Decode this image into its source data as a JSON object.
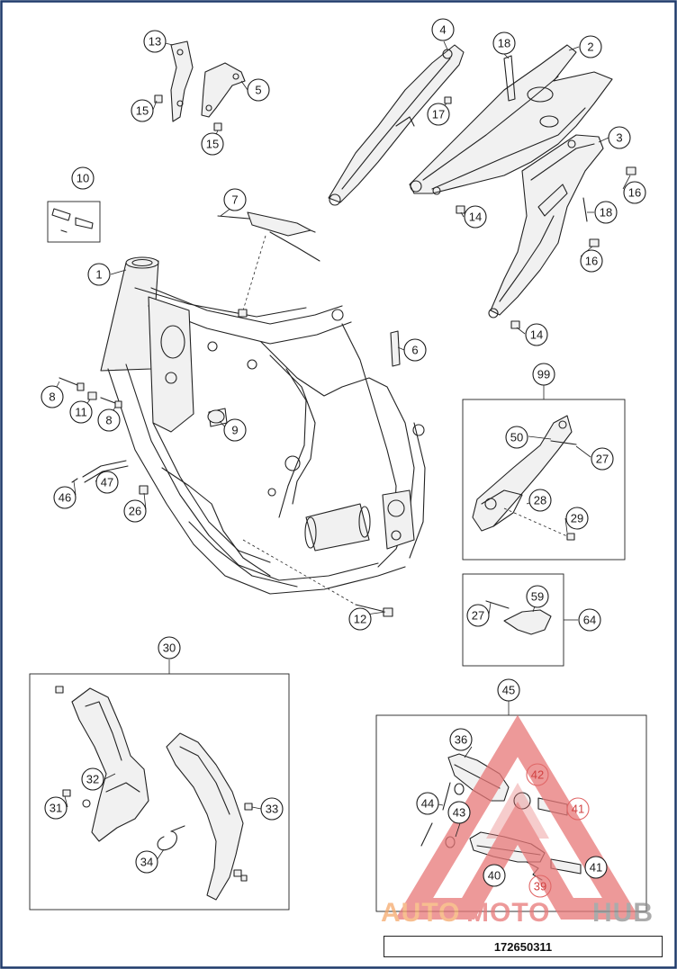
{
  "diagram": {
    "callouts": {
      "c1": "1",
      "c2": "2",
      "c3": "3",
      "c4": "4",
      "c5": "5",
      "c6": "6",
      "c7": "7",
      "c8a": "8",
      "c8b": "8",
      "c9": "9",
      "c10": "10",
      "c11": "11",
      "c12": "12",
      "c13": "13",
      "c14a": "14",
      "c14b": "14",
      "c15a": "15",
      "c15b": "15",
      "c16a": "16",
      "c16b": "16",
      "c17": "17",
      "c18a": "18",
      "c18b": "18",
      "c26": "26",
      "c27a": "27",
      "c27b": "27",
      "c28": "28",
      "c29": "29",
      "c30": "30",
      "c31": "31",
      "c32": "32",
      "c33": "33",
      "c34": "34",
      "c36": "36",
      "c39": "39",
      "c40": "40",
      "c41a": "41",
      "c41b": "41",
      "c42": "42",
      "c43": "43",
      "c44": "44",
      "c45": "45",
      "c46": "46",
      "c47": "47",
      "c50": "50",
      "c59": "59",
      "c64": "64",
      "c99": "99"
    },
    "reference_number": "172650311",
    "watermark": {
      "word_part1": "AUTO",
      "word_part2": "MOTO",
      "word_part3": "HUB",
      "color_orange": "#f5a96b",
      "color_red": "#e87878",
      "color_gray": "#8f8f8f"
    },
    "frame_border_color": "#1f3a6b"
  }
}
